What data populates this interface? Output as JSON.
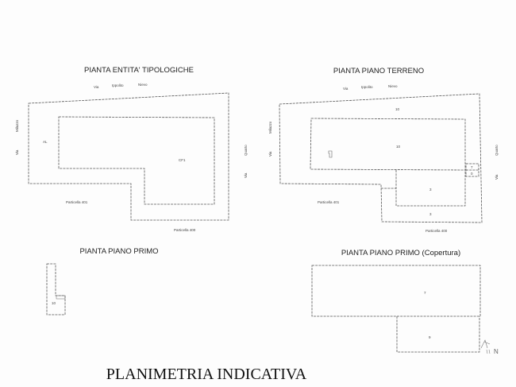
{
  "plans": {
    "tipologiche": {
      "title": "PIANTA ENTITA' TIPOLOGICHE",
      "street_top": [
        "Via",
        "Ippolito",
        "Nievo"
      ],
      "street_left": [
        "Milazzo",
        "Via"
      ],
      "street_right": [
        "Quarto",
        "Via"
      ],
      "labels": [
        "AL",
        "CF1"
      ],
      "parcel_a": "Particella 401",
      "parcel_b": "Particella 400"
    },
    "terreno": {
      "title": "PIANTA PIANO TERRENO",
      "street_top": [
        "Via",
        "Ippolito",
        "Nievo"
      ],
      "street_left": [
        "Milazzo",
        "Via"
      ],
      "street_right": [
        "Quarto",
        "Via"
      ],
      "labels": [
        "10",
        "10",
        "3",
        "3",
        "7",
        "0"
      ],
      "parcel_a": "Particella 401",
      "parcel_b": "Particella 400"
    },
    "primo": {
      "title": "PIANTA PIANO PRIMO",
      "labels": [
        "10"
      ]
    },
    "copertura": {
      "title": "PIANTA PIANO PRIMO (Copertura)",
      "labels": [
        "7",
        "9"
      ]
    }
  },
  "compass": "N",
  "document_title": "PLANIMETRIA INDICATIVA"
}
